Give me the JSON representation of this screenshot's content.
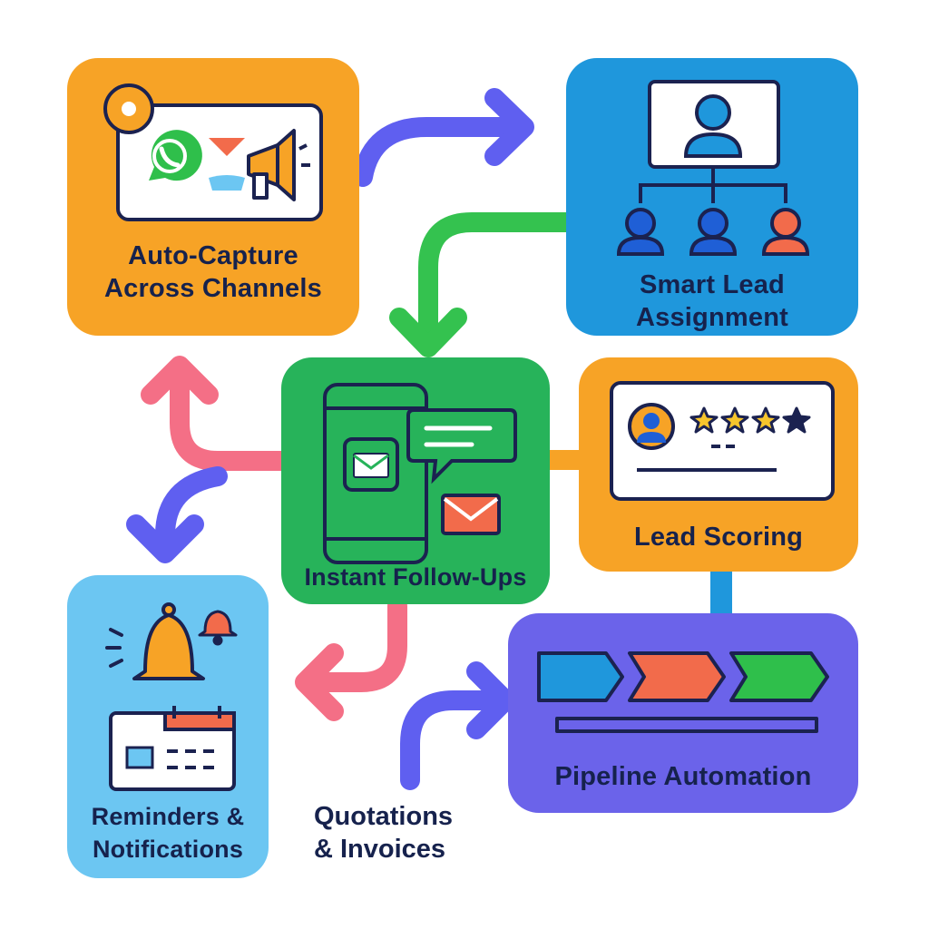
{
  "nodes": {
    "auto_capture": {
      "line1": "Auto-Capture",
      "line2": "Across Channels",
      "color": "#f7a326"
    },
    "smart_lead": {
      "line1": "Smart Lead",
      "line2": "Assignment",
      "color": "#1f97dc"
    },
    "instant_followups": {
      "line1": "Instant Follow-Ups",
      "color": "#27b35a"
    },
    "lead_scoring": {
      "line1": "Lead Scoring",
      "color": "#f7a326"
    },
    "reminders": {
      "line1": "Reminders &",
      "line2": "Notifications",
      "color": "#6cc6f2"
    },
    "pipeline": {
      "line1": "Pipeline Automation",
      "color": "#6b63ea"
    },
    "quotations": {
      "line1": "Quotations",
      "line2": "& Invoices"
    }
  },
  "icons": {
    "auto_capture": [
      "notification-dot-icon",
      "whatsapp-icon",
      "email-chevron-icon",
      "megaphone-icon"
    ],
    "smart_lead": [
      "monitor-user-icon",
      "team-hierarchy-icon"
    ],
    "instant_followups": [
      "smartphone-icon",
      "chat-bubble-icon",
      "envelope-icon"
    ],
    "lead_scoring": [
      "profile-card-icon",
      "star-rating-icon"
    ],
    "reminders": [
      "bell-icon",
      "small-bell-icon",
      "calendar-icon"
    ],
    "pipeline": [
      "pipeline-stages-icon"
    ]
  },
  "colors": {
    "text": "#16224d",
    "outline": "#1b2250",
    "arrow_purple": "#5f5ff0",
    "arrow_green": "#34c24f",
    "arrow_pink": "#f46f86",
    "connector_orange": "#f7a326",
    "connector_blue": "#1f97dc"
  }
}
